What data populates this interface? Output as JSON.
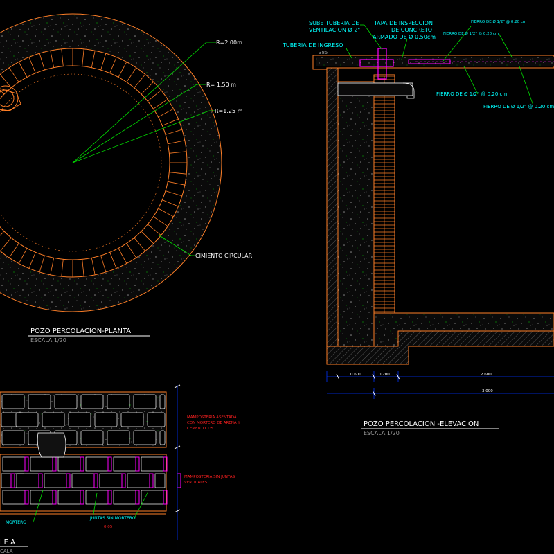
{
  "plan": {
    "title": "POZO PERCOLACION-PLANTA",
    "scale": "ESCALA 1/20",
    "r_outer": "R=2.00m",
    "r_mid": "R= 1.50 m",
    "r_inner": "R=1.25 m",
    "footing": "CIMIENTO CIRCULAR"
  },
  "elevation": {
    "title": "POZO PERCOLACION -ELEVACION",
    "scale": "ESCALA 1/20",
    "vent_1": "SUBE TUBERIA DE",
    "vent_2": "VENTILACION Ø 2\"",
    "lid_1": "TAPA DE INSPECCION",
    "lid_2": "DE CONCRETO",
    "lid_3": "ARMADO DE Ø 0.50cm",
    "inlet": "TUBERIA DE INGRESO",
    "level": "385",
    "rebar_top": "FIERRO DE Ø 1/2\" @ 0.20 cm",
    "rebar_mid": "FIERRO DE Ø 1/2\" @ 0.20 cm",
    "rebar_a": "FIERRO DE Ø 1/2\" @ 0.20 cm",
    "rebar_b": "FIERRO DE Ø 1/2\" @ 0.20 cm",
    "dim_1": "0.600",
    "dim_2": "0.200",
    "dim_3": "2.600",
    "dim_total": "3.000"
  },
  "detail": {
    "title": "LE A",
    "scale": "CALA",
    "mas_1": "MAMPOSTERIA ASENTADA",
    "mas_2": "CON MORTERO DE ARENA Y",
    "mas_3": "CEMENTO 1:5",
    "mas_dry_1": "MAMPOSTERIA SIN JUNTAS",
    "mas_dry_2": "VERTICALES",
    "mortar": "MORTERO",
    "joints": "JUNTAS SIN MORTERO",
    "dim": "0.05"
  },
  "colors": {
    "orange": "#ff7f27",
    "green": "#00e000",
    "cyan": "#00ffff",
    "white": "#ffffff",
    "gray": "#9a9a9a",
    "magenta": "#ff00ff",
    "blue": "#0033ff",
    "red": "#ff2020",
    "yellow": "#ffff00",
    "brown": "#7a3a12"
  }
}
